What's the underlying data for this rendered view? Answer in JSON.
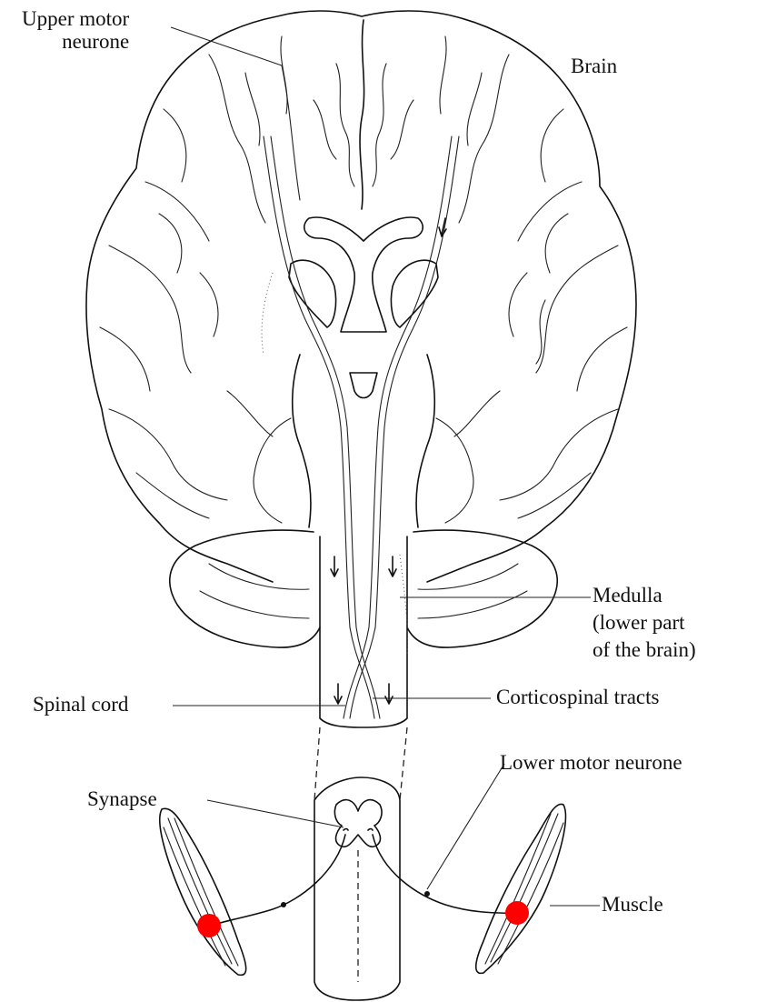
{
  "labels": {
    "upper_motor_neurone": "Upper motor\nneurone",
    "brain": "Brain",
    "medulla": "Medulla\n(lower part\nof the brain)",
    "spinal_cord": "Spinal cord",
    "corticospinal_tracts": "Corticospinal tracts",
    "synapse": "Synapse",
    "lower_motor_neurone": "Lower motor neurone",
    "muscle": "Muscle"
  },
  "colors": {
    "ink": "#111111",
    "highlight": "#ff0000",
    "background": "#ffffff"
  },
  "icons": {
    "muscle_marker": "red-dot-icon"
  }
}
